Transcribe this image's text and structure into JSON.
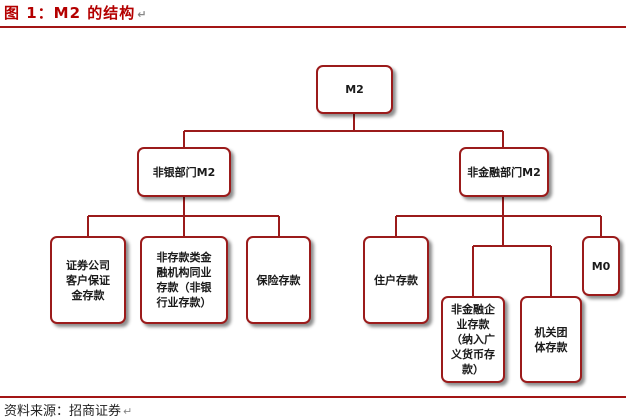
{
  "figure": {
    "title": "图 1：M2 的结构",
    "source": "资料来源：招商证券"
  },
  "nodes": {
    "root": "M2",
    "bank_sector": "非银部门M2",
    "nonfin_sector": "非金融部门M2",
    "securities_client": "证券公司\n客户保证\n金存款",
    "nonbank_deposits": "非存款类金\n融机构同业\n存款（非银\n行业存款）",
    "insurance_deposits": "保险存款",
    "household_deposits": "住户存款",
    "m0": "M0",
    "nonfin_enterprise": "非金融企\n业存款\n（纳入广\n义货币存\n款）",
    "institution_deposits": "机关团\n体存款"
  },
  "colors": {
    "line": "#9b1b1b",
    "title": "#b40000"
  }
}
